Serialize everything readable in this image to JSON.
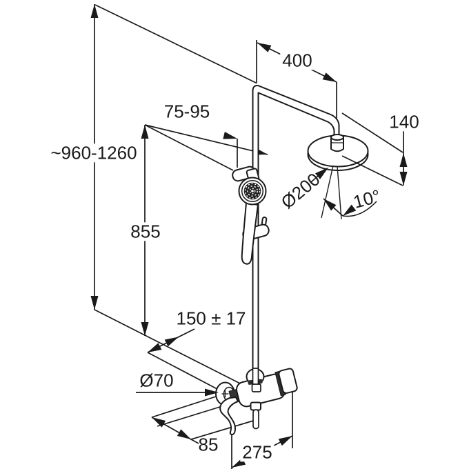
{
  "drawing": {
    "type": "technical-dimension-drawing",
    "product": "shower-system-with-overhead-and-hand-shower",
    "line_color": "#1a1a1a",
    "background_color": "#ffffff",
    "dimensions": {
      "overall_height": "~960-1260",
      "rail_length": "855",
      "holder_offset": "75-95",
      "arm_reach": "400",
      "head_drop": "140",
      "head_diameter": "Ø200",
      "spray_angle": "10°",
      "connection_spacing": "150 ± 17",
      "escutcheon_diameter": "Ø70",
      "lever_projection": "85",
      "body_width": "275"
    }
  }
}
